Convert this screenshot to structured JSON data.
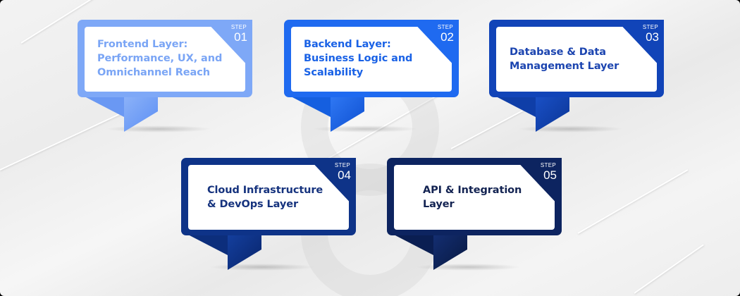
{
  "diagram": {
    "step_prefix": "STEP",
    "steps": [
      {
        "number": "01",
        "title_lines": [
          "Frontend Layer:",
          "Performance, UX, and",
          "Omnichannel Reach"
        ],
        "color": "#7ea8f7",
        "text_color": "#7aa5f5",
        "tail_dark": "#5b8ef4"
      },
      {
        "number": "02",
        "title_lines": [
          "Backend Layer:",
          "Business Logic and",
          "Scalability"
        ],
        "color": "#1f6af0",
        "text_color": "#1a62e6",
        "tail_dark": "#0e4fd0"
      },
      {
        "number": "03",
        "title_lines": [
          "Database & Data",
          "Management Layer"
        ],
        "color": "#1144b8",
        "text_color": "#1c45b0",
        "tail_dark": "#0a3494"
      },
      {
        "number": "04",
        "title_lines": [
          "Cloud Infrastructure",
          "& DevOps Layer"
        ],
        "color": "#0e3388",
        "text_color": "#16337e",
        "tail_dark": "#08246a"
      },
      {
        "number": "05",
        "title_lines": [
          "API & Integration",
          "Layer"
        ],
        "color": "#0d2460",
        "text_color": "#132352",
        "tail_dark": "#07183f"
      }
    ]
  }
}
